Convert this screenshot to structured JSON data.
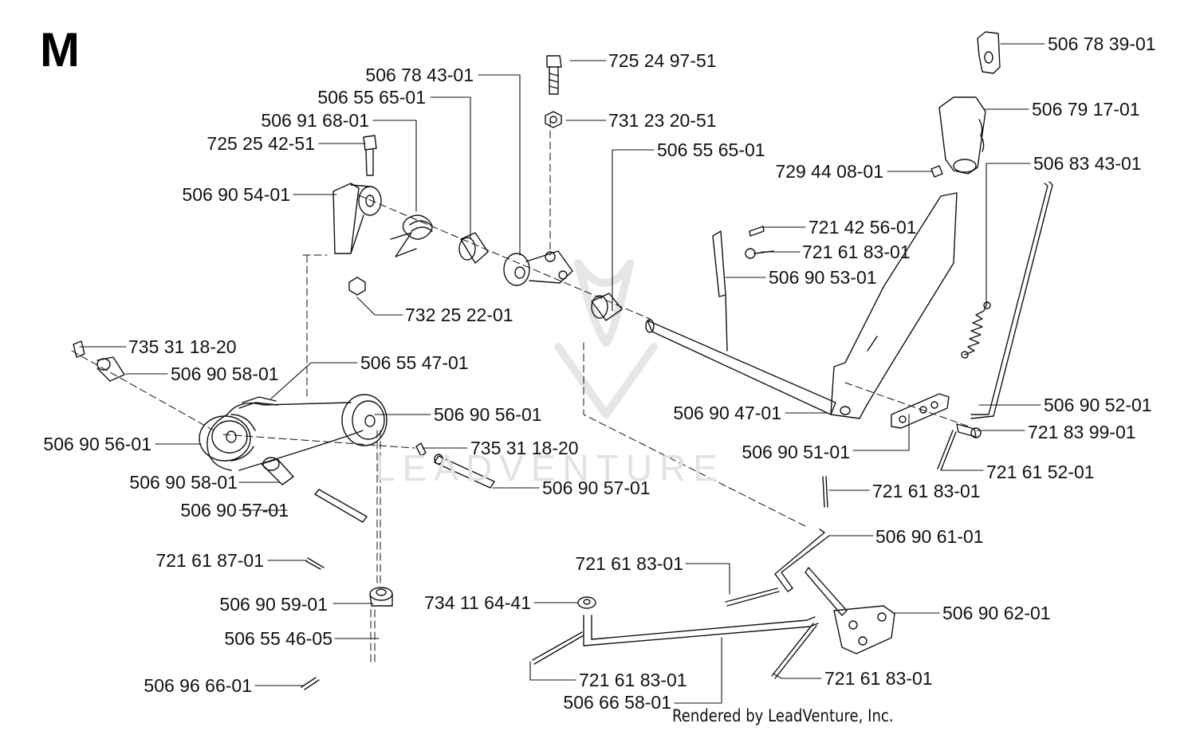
{
  "page": {
    "section_letter": "M",
    "footer_credit": "Rendered by LeadVenture, Inc.",
    "watermark_text": "LEADVENTURE",
    "line_color": "#111111",
    "background_color": "#ffffff"
  },
  "parts": {
    "p5067839": "506 78 39-01",
    "p5067917": "506 79 17-01",
    "p5068343": "506 83 43-01",
    "p7294408": "729 44 08-01",
    "p72524975": "725 24 97-51",
    "p73123205": "731 23 20-51",
    "p5067843": "506 78 43-01",
    "p5065565a": "506 55 65-01",
    "p5069168": "506 91 68-01",
    "p72525425": "725 25 42-51",
    "p5069054": "506 90 54-01",
    "p5065565b": "506 55 65-01",
    "p7214256": "721 42 56-01",
    "p7216183a": "721 61 83-01",
    "p5069053": "506 90 53-01",
    "p7322522": "732 25 22-01",
    "p7353118a": "735 31 18-20",
    "p5069058a": "506 90 58-01",
    "p5065547": "506 55 47-01",
    "p5069056b": "506 90 56-01",
    "p5069056a": "506 90 56-01",
    "p7353118b": "735 31 18-20",
    "p5069058b": "506 90 58-01",
    "p5069057b": "506 90 57-01",
    "p5069057a": "506 90 57-01",
    "p5069047": "506 90 47-01",
    "p5069052": "506 90 52-01",
    "p7218399": "721 83 99-01",
    "p5069051": "506 90 51-01",
    "p7216152": "721 61 52-01",
    "p7216183b": "721 61 83-01",
    "p5069061": "506 90 61-01",
    "p7216187": "721 61 87-01",
    "p7216183c": "721 61 83-01",
    "p5069059": "506 90 59-01",
    "p7341164": "734 11 64-41",
    "p5069062": "506 90 62-01",
    "p5065546": "506 55 46-05",
    "p5069666": "506 96 66-01",
    "p7216183d": "721 61 83-01",
    "p7216183e": "721 61 83-01",
    "p5066658": "506 66 58-01"
  }
}
